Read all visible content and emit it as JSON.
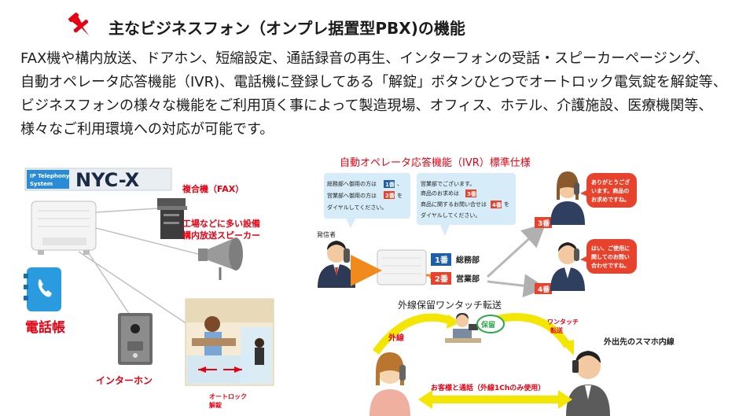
{
  "header": {
    "title": "主なビジネスフォン（オンプレ据置型PBX)の機能"
  },
  "description": {
    "lines": [
      "FAX機や構内放送、ドアホン、短縮設定、通話録音の再生、インターフォンの受話・スピーカーページング、",
      "自動オペレータ応答機能（IVR)、電話機に登録してある「解錠」ボタンひとつでオートロック電気錠を解錠等、",
      "ビジネスフォンの様々な機能をご利用頂く事によって製造現場、オフィス、ホテル、介護施設、医療機関等、",
      "様々なご利用環境への対応が可能です。"
    ]
  },
  "left_panel": {
    "logo_small_line1": "IP Telephony",
    "logo_small_line2": "System",
    "logo_big": "NYC-X",
    "fax_label": "複合機（FAX）",
    "speaker_label_line1": "工場などに多い設備",
    "speaker_label_line2": "構内放送スピーカー",
    "phonebook_label": "電話帳",
    "intercom_label": "インターホン",
    "autolock_line1": "オートロック",
    "autolock_line2": "解錠"
  },
  "ivr_panel": {
    "title": "自動オペレータ応答機能（IVR）標準仕様",
    "bubble1": {
      "line1_pre": "総務部へ御用の方は",
      "line1_badge": "1番",
      "line1_post": "、",
      "line2_pre": "営業部へ御用の方は",
      "line2_badge": "2番",
      "line2_post": "を",
      "line3": "ダイヤルしてください。"
    },
    "bubble2": {
      "line1": "営業部でございます。",
      "line2_pre": "商品のお求めは",
      "line2_badge": "3番",
      "line3_pre": "商品に関するお問い合せは",
      "line3_badge": "4番",
      "line3_post": "を",
      "line4": "ダイヤルしてください。"
    },
    "caller_label": "発信者",
    "route1_num": "1番",
    "route1_label": "総務部",
    "route2_num": "2番",
    "route2_label": "営業部",
    "route3_num": "3番",
    "route4_num": "4番",
    "reply1_line1": "ありがとうござ",
    "reply1_line2": "います。商品の",
    "reply1_line3": "お求めですね。",
    "reply2_line1": "はい、ご使用に",
    "reply2_line2": "関してのお問い",
    "reply2_line3": "合わせですね。"
  },
  "transfer_panel": {
    "title": "外線保留ワンタッチ転送",
    "outside_label": "外線",
    "hold_label": "保留",
    "onetouch_line1": "ワンタッチ",
    "onetouch_line2": "転送",
    "smartphone_label": "外出先のスマホ内線",
    "call_label": "お客様と通話（外線1Chのみ使用）"
  },
  "colors": {
    "accent_red": "#e60012",
    "route_blue": "#1f5fa8",
    "route_red": "#e8412c",
    "bubble_blue": "#d6ecf8",
    "arrow_yellow": "#f3e600",
    "orange": "#f08a1c"
  }
}
